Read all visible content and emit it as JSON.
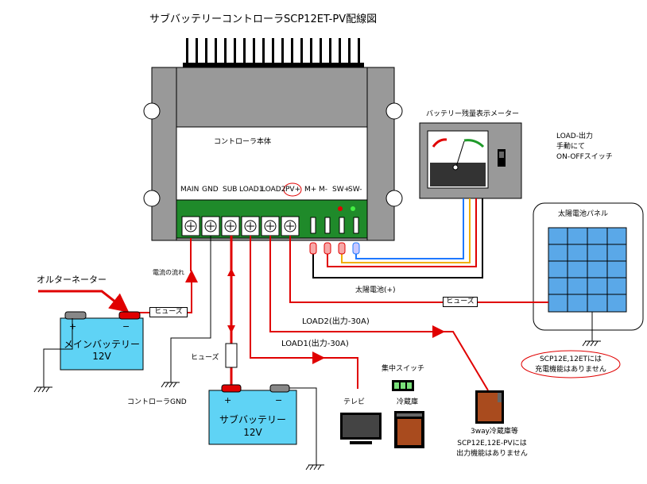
{
  "title": "サブバッテリーコントローラSCP12ET-PV配線図",
  "controller": {
    "label": "コントローラ本体",
    "terminals": [
      "MAIN",
      "GND",
      "SUB",
      "LOAD1",
      "LOAD2",
      "PV+",
      "M+",
      "M-",
      "SW+",
      "SW-"
    ]
  },
  "meter": {
    "label": "バッテリー残量表示メーター",
    "switch_label_1": "LOAD-出力",
    "switch_label_2": "手動にて",
    "switch_label_3": "ON-OFFスイッチ"
  },
  "solar": {
    "label": "太陽電池パネル",
    "note_1": "SCP12E,12ETには",
    "note_2": "充電機能はありません",
    "wire_label": "太陽電池(+)"
  },
  "alternator": {
    "label": "オルターネーター",
    "current_label": "電流の流れ"
  },
  "main_battery": {
    "label_1": "メインバッテリー",
    "label_2": "12V",
    "plus": "+",
    "minus": "−"
  },
  "sub_battery": {
    "label_1": "サブバッテリー",
    "label_2": "12V",
    "plus": "+",
    "minus": "−"
  },
  "fuse_label": "ヒューズ",
  "controller_gnd": "コントローラGND",
  "load1_label": "LOAD1(出力-30A)",
  "load2_label": "LOAD2(出力-30A)",
  "central_switch": "集中スイッチ",
  "tv": "テレビ",
  "fridge": "冷蔵庫",
  "three_way_fridge": "3way冷蔵庫等",
  "output_note_1": "SCP12E,12E-PVには",
  "output_note_2": "出力機能はありません"
}
